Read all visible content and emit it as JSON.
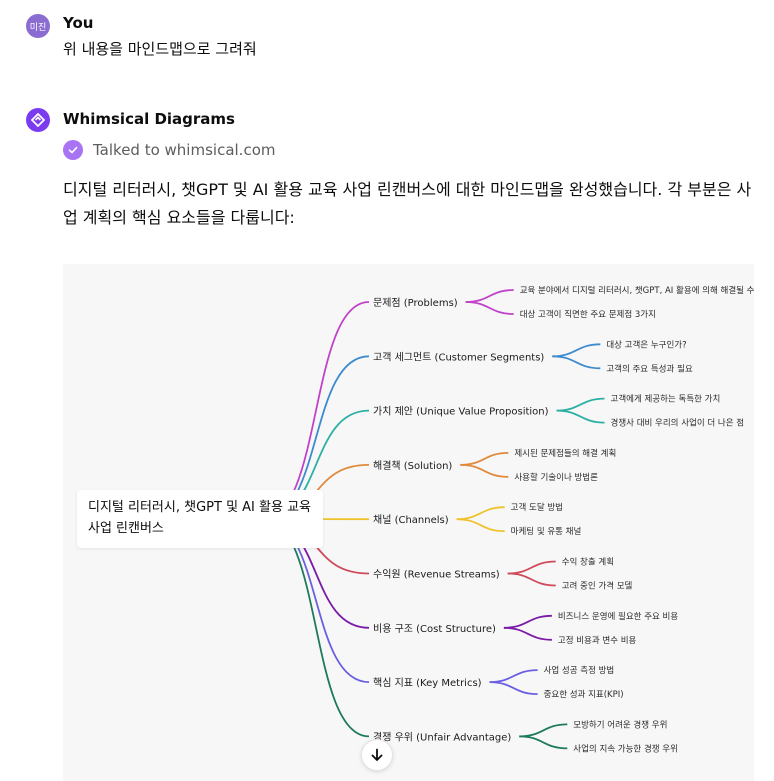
{
  "user": {
    "avatar_text": "미진",
    "name": "You",
    "message": "위 내용을 마인드맵으로 그려줘"
  },
  "bot": {
    "name": "Whimsical Diagrams",
    "tool_status": "Talked to whimsical.com",
    "message": "디지털 리터러시, 챗GPT 및 AI 활용 교육 사업 린캔버스에 대한 마인드맵을 완성했습니다. 각 부분은 사업 계획의 핵심 요소들을 다룹니다:"
  },
  "mindmap": {
    "root_label": "디지털 리터러시, 챗GPT 및 AI 활용 교육 사업 린캔버스",
    "branches": [
      {
        "label": "문제점 (Problems)",
        "color": "#c042c8",
        "children": [
          "교육 분야에서 디지털 리터러시, 챗GPT, AI 활용에 의해 해결될 수 있는 문제들",
          "대상 고객이 직면한 주요 문제점 3가지"
        ]
      },
      {
        "label": "고객 세그먼트 (Customer Segments)",
        "color": "#3d8bcd",
        "children": [
          "대상 고객은 누구인가?",
          "고객의 주요 특성과 필요"
        ]
      },
      {
        "label": "가치 제안 (Unique Value Proposition)",
        "color": "#2bb0a3",
        "children": [
          "고객에게 제공하는 독특한 가치",
          "경쟁사 대비 우리의 사업이 더 나은 점"
        ]
      },
      {
        "label": "해결책 (Solution)",
        "color": "#e08a3c",
        "children": [
          "제시된 문제점들의 해결 계획",
          "사용할 기술이나 방법론"
        ]
      },
      {
        "label": "채널 (Channels)",
        "color": "#efc22c",
        "children": [
          "고객 도달 방법",
          "마케팅 및 유통 채널"
        ]
      },
      {
        "label": "수익원 (Revenue Streams)",
        "color": "#cf4a5a",
        "children": [
          "수익 창출 계획",
          "고려 중인 가격 모델"
        ]
      },
      {
        "label": "비용 구조 (Cost Structure)",
        "color": "#7a1aa8",
        "children": [
          "비즈니스 운영에 필요한 주요 비용",
          "고정 비용과 변수 비용"
        ]
      },
      {
        "label": "핵심 지표 (Key Metrics)",
        "color": "#6a5fe0",
        "children": [
          "사업 성공 측정 방법",
          "중요한 성과 지표(KPI)"
        ]
      },
      {
        "label": "경쟁 우위 (Unfair Advantage)",
        "color": "#1f7a5c",
        "children": [
          "모방하기 어려운 경쟁 우위",
          "사업의 지속 가능한 경쟁 우위"
        ]
      }
    ]
  }
}
